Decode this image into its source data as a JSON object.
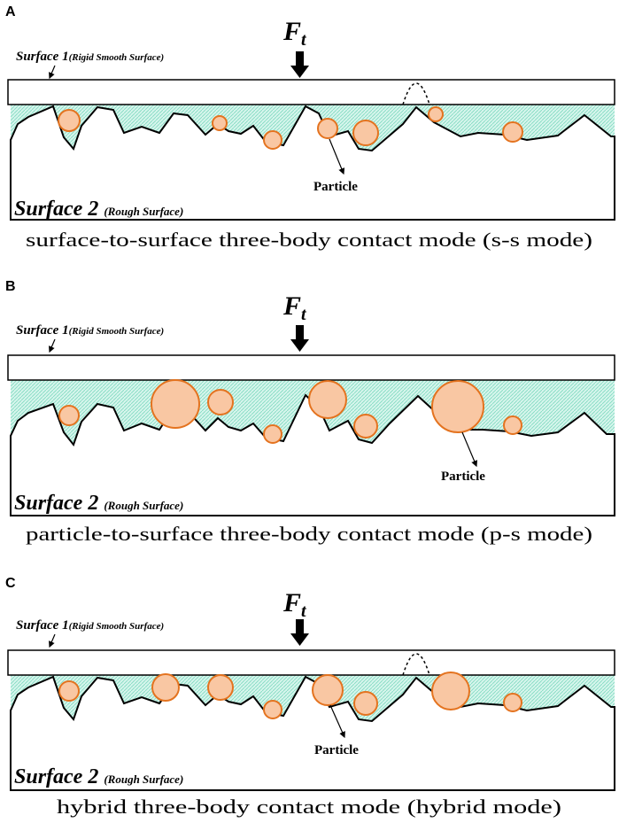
{
  "force_label": "F",
  "force_subscript": "t",
  "surface1_label": "Surface 1",
  "surface1_sublabel": "(Rigid Smooth Surface)",
  "surface2_label": "Surface 2",
  "surface2_sublabel": "(Rough Surface)",
  "particle_label": "Particle",
  "colors": {
    "particle_fill": "#f9c7a3",
    "particle_stroke": "#e4731f",
    "lubricant_fill": "#bfeee0"
  },
  "panels": [
    {
      "letter": "A",
      "caption": "surface-to-surface three-body contact mode (s-s mode)"
    },
    {
      "letter": "B",
      "caption": "particle-to-surface three-body contact mode (p-s mode)"
    },
    {
      "letter": "C",
      "caption": "hybrid three-body contact mode (hybrid mode)"
    }
  ]
}
